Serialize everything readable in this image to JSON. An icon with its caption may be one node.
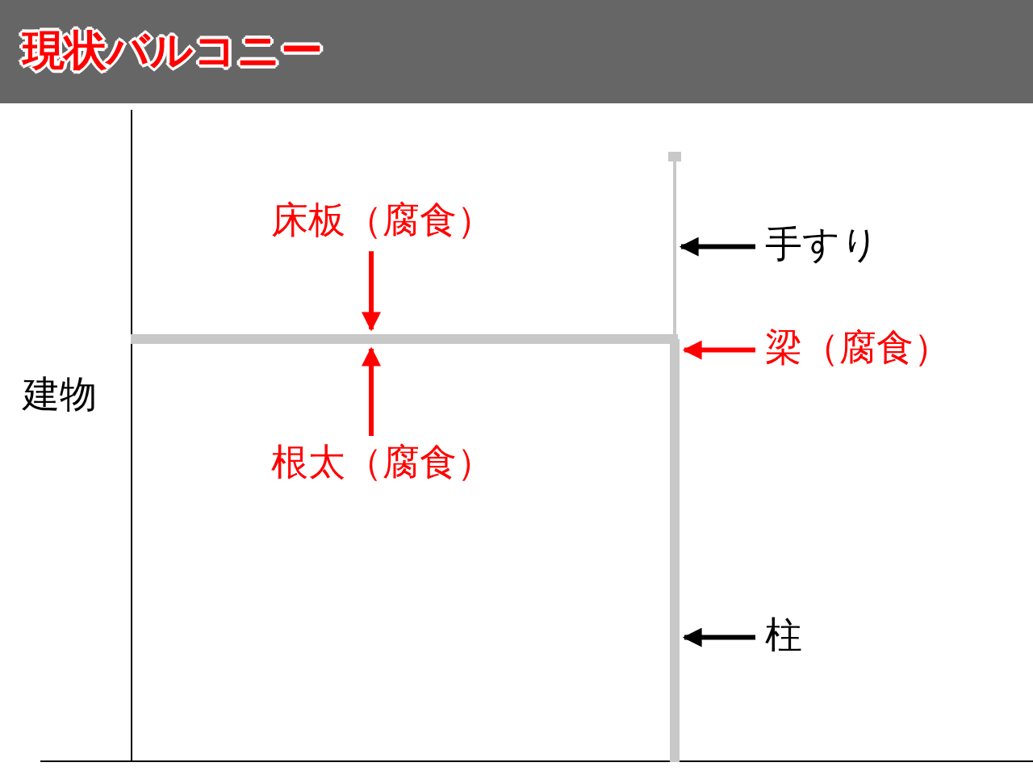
{
  "diagram": {
    "title": "現状バルコニー",
    "nodes": [
      {
        "text": [
          "床板（腐食）"
        ]
      },
      {
        "text": [
          "根太（腐食）"
        ]
      },
      {
        "text": [
          "手すり"
        ]
      },
      {
        "text": [
          "梁（腐食）"
        ]
      },
      {
        "text": [
          "柱"
        ]
      },
      {
        "text": [],
        "shape": "bar"
      },
      {
        "text": [],
        "shape": "bar"
      },
      {
        "text": [],
        "shape": "bar"
      }
    ],
    "edges": [
      {
        "from": 0,
        "to": 5,
        "arrow": "to"
      },
      {
        "from": 1,
        "to": 5,
        "arrow": "to"
      },
      {
        "from": 2,
        "to": 6,
        "arrow": "to",
        "color": "#000000"
      },
      {
        "from": 3,
        "to": 7,
        "arrow": "to"
      },
      {
        "from": 4,
        "to": 7,
        "arrow": "to",
        "color": "#000000"
      }
    ],
    "labels": [
      "建物"
    ]
  }
}
